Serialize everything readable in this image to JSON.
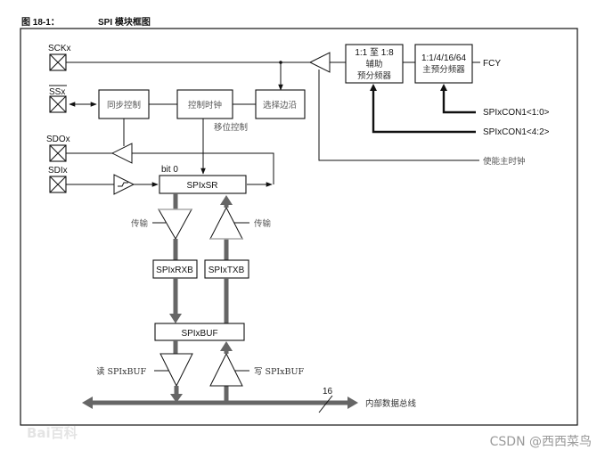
{
  "figure": {
    "number": "图 18-1：",
    "title": "SPI 模块框图"
  },
  "pins": {
    "sck": "SCKx",
    "ss": "SSx",
    "sdo": "SDOx",
    "sdi": "SDIx"
  },
  "blocks": {
    "sync_control": "同步控制",
    "control_clock": "控制时钟",
    "edge_select": "选择边沿",
    "secondary_prescaler": [
      "1:1 至 1:8",
      "辅助",
      "预分频器"
    ],
    "primary_prescaler": [
      "1:1/4/16/64",
      "主预分频器"
    ],
    "shift_register": "SPIxSR",
    "rx_buffer": "SPIxRXB",
    "tx_buffer": "SPIxTXB",
    "buffer": "SPIxBUF"
  },
  "labels": {
    "fcy": "FCY",
    "shift_control": "移位控制",
    "bit0": "bit 0",
    "con_1_0": "SPIxCON1<1:0>",
    "con_4_2": "SPIxCON1<4:2>",
    "enable_master_clock": "使能主时钟",
    "transfer_left": "传输",
    "transfer_right": "传输",
    "read_buf": "读 SPIxBUF",
    "write_buf": "写 SPIxBUF",
    "bus_width": "16",
    "internal_bus": "内部数据总线"
  },
  "watermarks": {
    "baidu": "Bai百科",
    "csdn": "CSDN @西西菜鸟"
  }
}
